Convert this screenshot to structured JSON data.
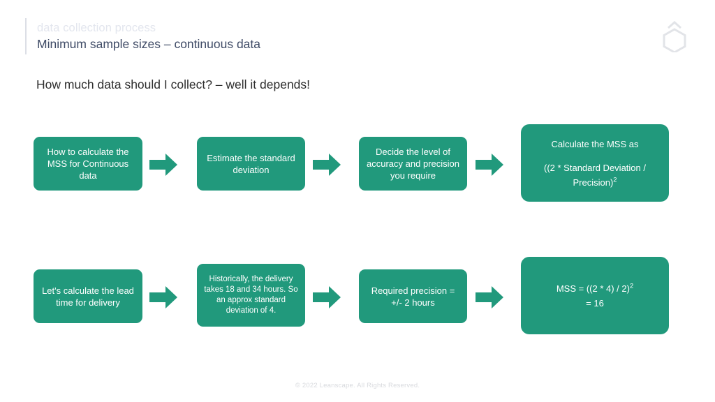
{
  "header": {
    "eyebrow": "data collection process",
    "title": "Minimum sample sizes – continuous data",
    "logo_icon": "hexagon-chevron-logo-icon"
  },
  "lede": "How much data should I collect? – well it depends!",
  "colors": {
    "node_green": "#21997c",
    "title_slate": "#3f4b66",
    "eyebrow_gray": "#e3e6ee",
    "footer_gray": "#d8dade",
    "rule_gray": "#dcdfe6"
  },
  "flow": {
    "arrow_icon": "right-arrow-icon",
    "rows": [
      {
        "name": "method-row",
        "nodes": [
          {
            "id": "node-how-to-calculate",
            "text": "How to calculate the MSS for Continuous data"
          },
          {
            "id": "node-estimate-std-dev",
            "text": "Estimate the standard deviation"
          },
          {
            "id": "node-decide-accuracy",
            "text": "Decide the level of accuracy and precision you require"
          },
          {
            "id": "node-calculate-mss-formula",
            "heading": "Calculate the MSS as",
            "formula_main": "((2 * Standard Deviation / Precision)",
            "formula_exponent": "2"
          }
        ]
      },
      {
        "name": "example-row",
        "nodes": [
          {
            "id": "node-lead-time-example",
            "text": "Let's calculate the lead time for delivery"
          },
          {
            "id": "node-historical-data",
            "text": "Historically, the delivery takes 18  and 34 hours. So an approx standard deviation of 4."
          },
          {
            "id": "node-required-precision",
            "text": "Required precision = +/- 2 hours"
          },
          {
            "id": "node-mss-result",
            "formula_main": "MSS = ((2 * 4) / 2)",
            "formula_exponent": "2",
            "formula_result": "= 16"
          }
        ]
      }
    ]
  },
  "footer": "© 2022 Leanscape. All Rights Reserved."
}
